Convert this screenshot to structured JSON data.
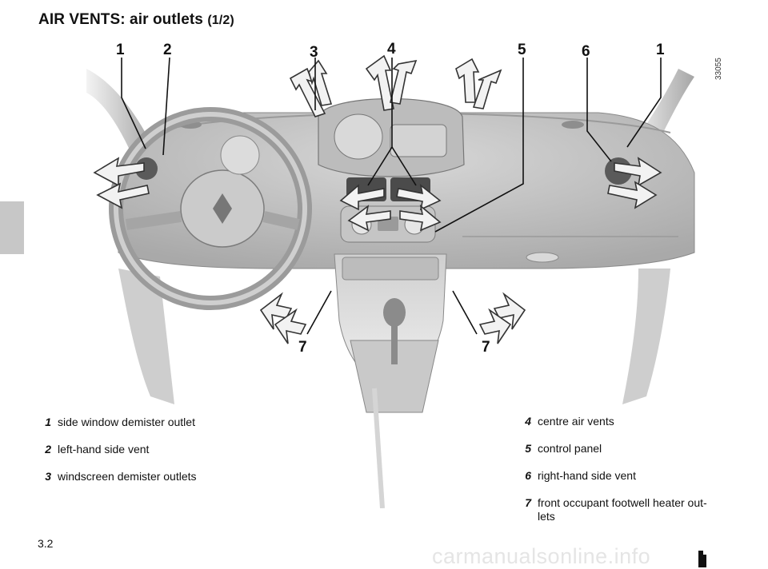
{
  "header": {
    "title": "AIR VENTS: air outlets",
    "title_suffix": "(1/2)"
  },
  "figure": {
    "ref_code": "33055",
    "callouts": {
      "c1_left": "1",
      "c2": "2",
      "c3": "3",
      "c4": "4",
      "c5": "5",
      "c6": "6",
      "c1_right": "1",
      "c7_left": "7",
      "c7_right": "7"
    }
  },
  "legend_left": [
    {
      "num": "1",
      "text": "side window demister outlet"
    },
    {
      "num": "2",
      "text": "left-hand side vent"
    },
    {
      "num": "3",
      "text": "windscreen demister outlets"
    }
  ],
  "legend_right": [
    {
      "num": "4",
      "text": "centre air vents"
    },
    {
      "num": "5",
      "text": "control panel"
    },
    {
      "num": "6",
      "text": "right-hand side vent"
    },
    {
      "num": "7",
      "text": "front occupant footwell heater out-",
      "text2": "lets"
    }
  ],
  "footer": {
    "page_number": "3.2",
    "watermark": "carmanualsonline.info"
  }
}
